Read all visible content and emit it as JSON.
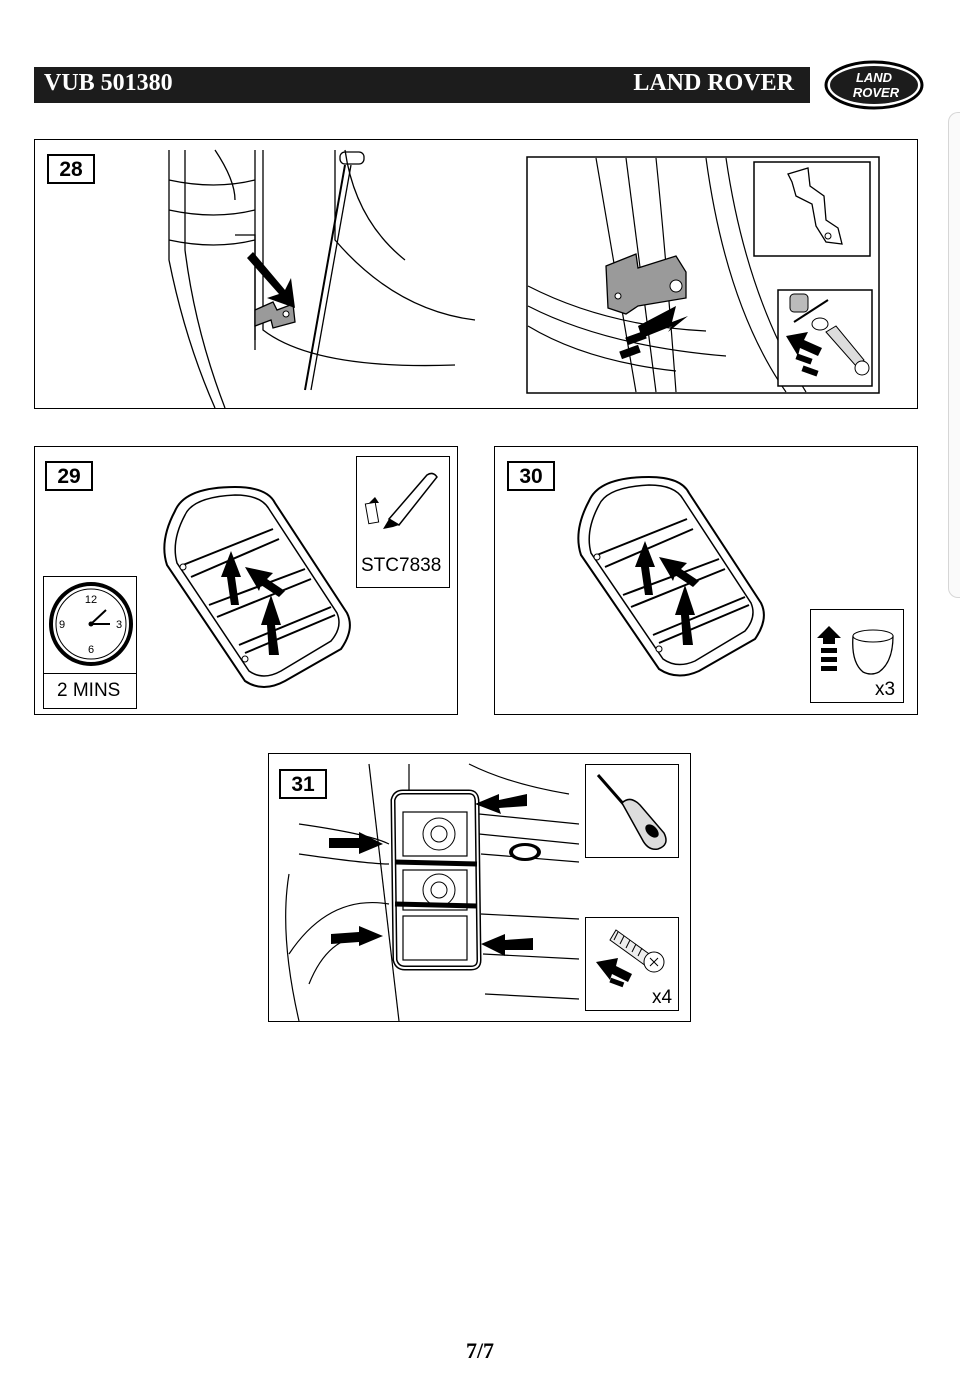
{
  "header": {
    "doc_code": "VUB 501380",
    "brand": "LAND ROVER",
    "logo_text_line1": "LAND",
    "logo_text_line2": "ROVER"
  },
  "steps": {
    "s28": {
      "number": "28"
    },
    "s29": {
      "number": "29",
      "tool_part": "STC7838",
      "time": "2 MINS",
      "clock_12": "12",
      "clock_3": "3",
      "clock_6": "6",
      "clock_9": "9"
    },
    "s30": {
      "number": "30",
      "quantity": "x3"
    },
    "s31": {
      "number": "31",
      "quantity": "x4"
    }
  },
  "footer": {
    "page": "7/7"
  },
  "icons": [
    "arrow-icon",
    "clock-icon",
    "marker-pen-icon",
    "cap-icon",
    "screw-icon",
    "bit-driver-icon",
    "bracket-icon",
    "washer-icon"
  ]
}
